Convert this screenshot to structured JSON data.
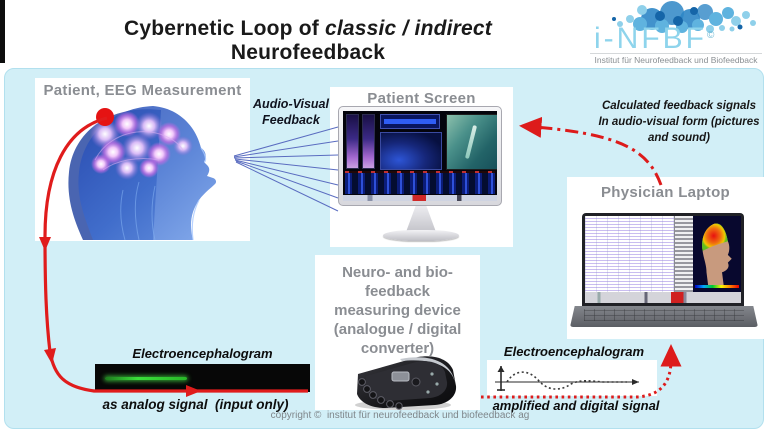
{
  "title": {
    "prefix": "Cybernetic Loop of ",
    "emphasis": "classic / indirect",
    "suffix": " Neurofeedback"
  },
  "logo": {
    "wordmark": "i-NFBF",
    "copyright_mark": "©",
    "subtitle": "Institut für Neurofeedback und Biofeedback"
  },
  "patient": {
    "title": "Patient, EEG Measurement"
  },
  "patient_screen": {
    "title": "Patient Screen"
  },
  "physician_laptop": {
    "title": "Physician Laptop"
  },
  "device": {
    "line1": "Neuro- and bio-",
    "line2": "feedback",
    "line3": "measuring device",
    "line4": "(analogue / digital",
    "line5": "converter)"
  },
  "labels": {
    "audio_visual_line1": "Audio-Visual",
    "audio_visual_line2": "Feedback",
    "calculated_line1": "Calculated feedback signals",
    "calculated_line2": "In audio-visual form (pictures",
    "calculated_line3": "and sound)",
    "eeg_analog_title": "Electroencephalogram",
    "eeg_analog_caption": "as analog signal  (input only)",
    "eeg_digital_title": "Electroencephalogram",
    "eeg_digital_caption": "amplified and digital signal"
  },
  "footer": {
    "copyright": "copyright ©  institut für neurofeedback und biofeedback ag"
  },
  "colors": {
    "panel_bg": "#d2eff7",
    "accent_red": "#dd1b1b",
    "gaze_line_blue": "#5a6cc0",
    "box_title_gray": "#8a8d92",
    "logo_blue": "#8ed4ec"
  }
}
